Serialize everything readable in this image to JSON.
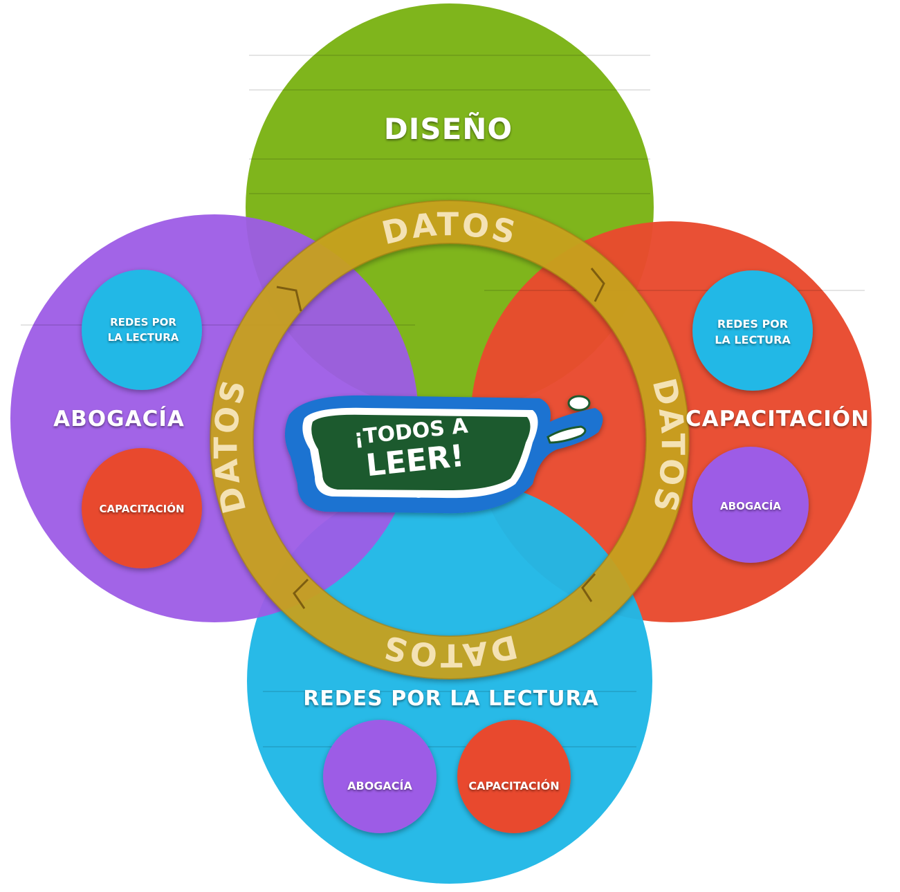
{
  "colors": {
    "green": "#7fb51c",
    "purple": "#9d5ce6",
    "red": "#e84a2e",
    "cyan": "#21b8e6",
    "ring": "#c9a21f",
    "ring_text": "#f4e2b4",
    "logo_green": "#1f5a2e",
    "logo_blue": "#1a73d1"
  },
  "circles": {
    "top": {
      "title": "DISEÑO"
    },
    "left": {
      "title": "ABOGACÍA",
      "sub_top_line1": "REDES POR",
      "sub_top_line2": "LA LECTURA",
      "sub_bottom": "CAPACITACIÓN"
    },
    "right": {
      "title": "CAPACITACIÓN",
      "sub_top_line1": "REDES POR",
      "sub_top_line2": "LA LECTURA",
      "sub_bottom": "ABOGACÍA"
    },
    "bottom": {
      "title": "REDES POR LA LECTURA",
      "sub_left": "ABOGACÍA",
      "sub_right": "CAPACITACIÓN"
    }
  },
  "ring": {
    "label": "DATOS"
  },
  "logo": {
    "line1": "¡TODOS A",
    "line2": "LEER!"
  }
}
